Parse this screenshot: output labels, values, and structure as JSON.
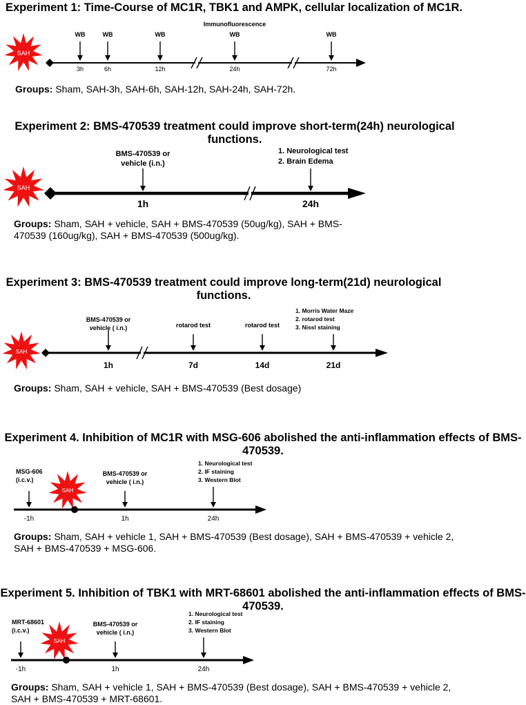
{
  "experiments": [
    {
      "title": [
        "Experiment 1: Time-Course of MC1R, TBK1 and AMPK, cellular localization of MC1R."
      ],
      "sah_label": "SAH",
      "marks": [
        {
          "time": "3h",
          "labels": [
            "WB"
          ]
        },
        {
          "time": "6h",
          "labels": [
            "WB"
          ]
        },
        {
          "time": "12h",
          "labels": [
            "WB"
          ]
        },
        {
          "time": "24h",
          "labels": [
            "Immunofluorescence",
            "WB"
          ]
        },
        {
          "time": "72h",
          "labels": [
            "WB"
          ]
        }
      ],
      "groups_label": "Groups:",
      "groups_lines": [
        " Sham, SAH-3h, SAH-6h, SAH-12h, SAH-24h, SAH-72h."
      ]
    },
    {
      "title": [
        "Experiment 2: BMS-470539 treatment could improve short-term(24h) neurological",
        "functions."
      ],
      "sah_label": "SAH",
      "marks": [
        {
          "time": "1h",
          "labels": [
            "BMS-470539 or",
            "vehicle (i.n.)"
          ]
        },
        {
          "time": "24h",
          "labels": [
            "1.  Neurological test",
            "2.  Brain Edema"
          ]
        }
      ],
      "groups_label": "Groups:",
      "groups_lines": [
        " Sham, SAH + vehicle, SAH + BMS-470539 (50ug/kg), SAH + BMS-",
        "470539 (160ug/kg), SAH + BMS-470539 (500ug/kg)."
      ]
    },
    {
      "title": [
        "Experiment 3: BMS-470539 treatment could improve long-term(21d)  neurological",
        "functions."
      ],
      "sah_label": "SAH",
      "marks": [
        {
          "time": "1h",
          "labels": [
            "BMS-470539 or",
            "vehicle ( i.n.)"
          ]
        },
        {
          "time": "7d",
          "labels": [
            "rotarod test"
          ]
        },
        {
          "time": "14d",
          "labels": [
            "rotarod test"
          ]
        },
        {
          "time": "21d",
          "labels": [
            "1.   Morris Water Maze",
            "2.   rotarod test",
            "3.   Nissl staining"
          ]
        }
      ],
      "groups_label": "Groups:",
      "groups_lines": [
        " Sham, SAH + vehicle, SAH + BMS-470539 (Best dosage)"
      ]
    },
    {
      "title": [
        "Experiment 4. Inhibition of MC1R with MSG-606 abolished the anti-inflammation effects of BMS-",
        "470539."
      ],
      "sah_label": "SAH",
      "marks": [
        {
          "time": "-1h",
          "labels": [
            "MSG-606",
            "(i.c.v.)"
          ]
        },
        {
          "time": "1h",
          "labels": [
            "BMS-470539 or",
            "vehicle ( i.n.)"
          ]
        },
        {
          "time": "24h",
          "labels": [
            "1.   Neurological test",
            "2.   IF staining",
            "3.   Western Blot"
          ]
        }
      ],
      "groups_label": "Groups:",
      "groups_lines": [
        " Sham, SAH + vehicle 1, SAH + BMS-470539 (Best dosage), SAH + BMS-470539 + vehicle 2,",
        "SAH + BMS-470539 + MSG-606."
      ]
    },
    {
      "title": [
        "Experiment 5. Inhibition of TBK1 with MRT-68601 abolished the anti-inflammation effects of BMS-",
        "470539."
      ],
      "sah_label": "SAH",
      "marks": [
        {
          "time": "-1h",
          "labels": [
            "MRT-68601",
            "(i.c.v.)"
          ]
        },
        {
          "time": "1h",
          "labels": [
            "BMS-470539 or",
            "vehicle ( i.n.)"
          ]
        },
        {
          "time": "24h",
          "labels": [
            "1.   Neurological test",
            "2.   IF staining",
            "3.   Western Blot"
          ]
        }
      ],
      "groups_label": "Groups:",
      "groups_lines": [
        " Sham, SAH + vehicle 1, SAH + BMS-470539 (Best dosage), SAH + BMS-470539 + vehicle 2,",
        "SAH + BMS-470539 + MRT-68601."
      ]
    }
  ],
  "colors": {
    "sah_burst": "#ee1111",
    "line": "#000000"
  }
}
